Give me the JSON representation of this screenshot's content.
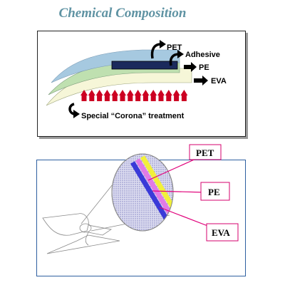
{
  "title": "Chemical Composition",
  "colors": {
    "title": "#5f93a3",
    "pet": "#a6c9e0",
    "pe": "#bfe0b0",
    "eva": "#f6f6d8",
    "adhesive": "#1b2a5c",
    "corona": "#cc0022",
    "callout_border": "#d6006e",
    "callout_line": "#e0007a",
    "bottom_border": "#2e5fa0",
    "stripe_yellow": "#f2f03a",
    "stripe_magenta": "#e27ae6",
    "stripe_blue": "#3a3ad8"
  },
  "top_diagram": {
    "labels": {
      "pet": "PET",
      "adhesive": "Adhesive",
      "pe": "PE",
      "eva": "EVA",
      "corona": "Special “Corona” treatment"
    },
    "icons": [
      "curved-arrow-icon",
      "right-arrow-icon",
      "curved-arrow-icon"
    ]
  },
  "bottom_diagram": {
    "callouts": {
      "pet": "PET",
      "pe": "PE",
      "eva": "EVA"
    }
  }
}
